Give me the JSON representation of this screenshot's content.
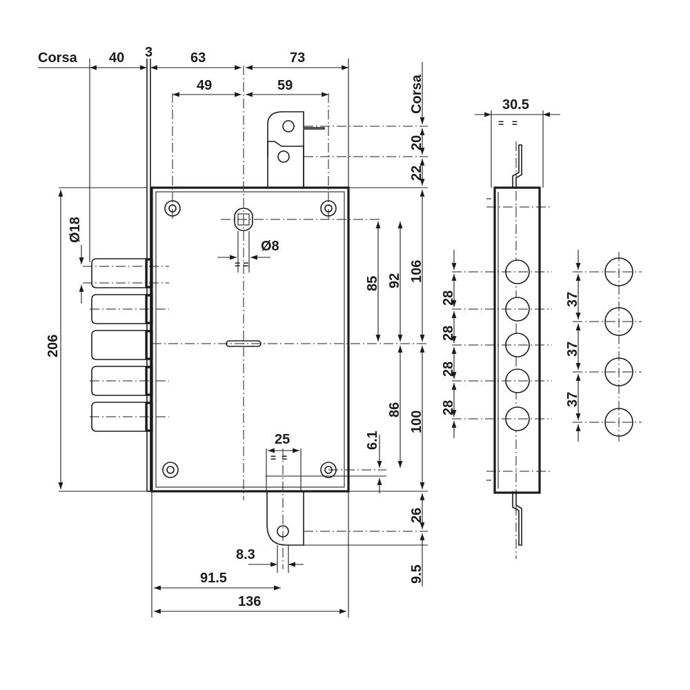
{
  "title": "",
  "labels": {
    "corsa_top": "Corsa",
    "corsa_right": "Corsa",
    "top_40": "40",
    "top_3": "3",
    "top_63": "63",
    "top_73": "73",
    "top_49": "49",
    "top_59": "59",
    "r_20": "20",
    "r_22": "22",
    "r_106": "106",
    "r_92": "92",
    "r_85": "85",
    "r_86": "86",
    "r_100": "100",
    "r_26": "26",
    "r_9_5": "9.5",
    "r_6_1": "6.1",
    "d8": "Ø8",
    "d18": "Ø18",
    "h_206": "206",
    "b_25": "25",
    "b_8_3": "8.3",
    "b_91_5": "91.5",
    "b_136": "136",
    "side_30_5": "30.5",
    "s28_1": "28",
    "s28_2": "28",
    "s28_3": "28",
    "s28_4": "28",
    "s37_1": "37",
    "s37_2": "37",
    "s37_3": "37"
  }
}
